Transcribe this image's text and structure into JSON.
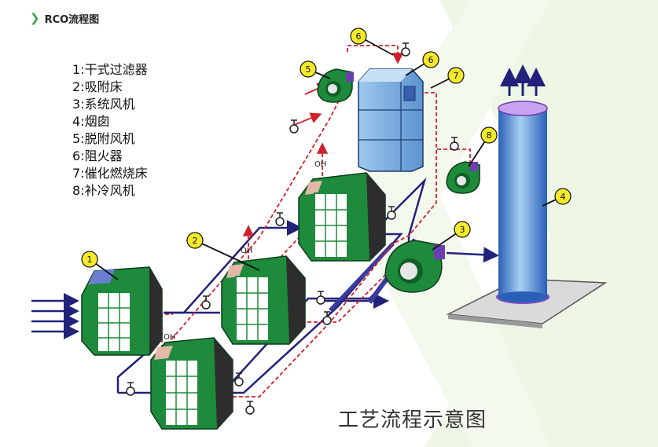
{
  "header": {
    "title": "RCO流程图"
  },
  "legend": [
    "1:干式过滤器",
    "2:吸附床",
    "3:系统风机",
    "4:烟囱",
    "5:脱附风机",
    "6:阻火器",
    "7:催化燃烧床",
    "8:补冷风机"
  ],
  "caption": "工艺流程示意图",
  "oh_label": "OH",
  "markers": [
    "1",
    "2",
    "3",
    "4",
    "5",
    "6",
    "6",
    "7",
    "8"
  ],
  "colors": {
    "equipment_green": "#1e8a3c",
    "duct_blue": "#22227a",
    "hot_line_red": "#d0202a",
    "marker_yellow": "#f4ea2a",
    "chimney_blue": "#4a7fd0",
    "bed_blue": "#6fa6dc",
    "accent_green": "#3aa84a"
  },
  "icons": [
    "chevron-right-icon",
    "valve-icon",
    "arrow-up-icon"
  ]
}
